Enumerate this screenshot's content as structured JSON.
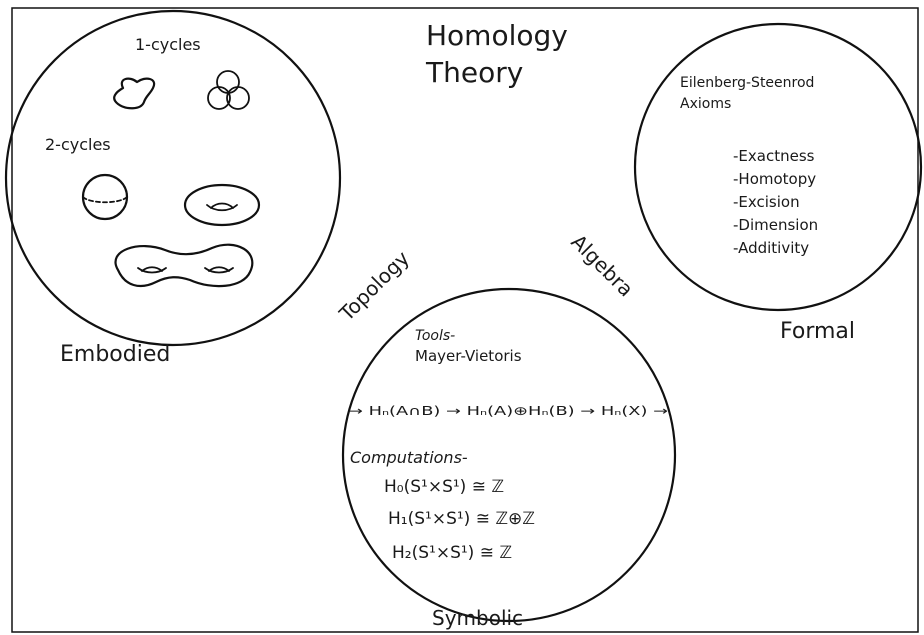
{
  "title_line1": "Homology",
  "title_line2": "Theory",
  "embodied": {
    "label": "Embodied",
    "one_cycles": "1-cycles",
    "two_cycles": "2-cycles"
  },
  "formal": {
    "label": "Formal",
    "heading_line1": "Eilenberg-Steenrod",
    "heading_line2": "Axioms",
    "axioms": [
      "-Exactness",
      "-Homotopy",
      "-Excision",
      "-Dimension",
      "-Additivity"
    ]
  },
  "symbolic": {
    "label": "Symbolic",
    "tools_line1": "Tools-",
    "tools_line2": "Mayer-Vietoris",
    "sequence": "→ Hₙ(A∩B) → Hₙ(A)⊕Hₙ(B) → Hₙ(X) →",
    "computations": "Computations-",
    "formulas": [
      "H₀(S¹×S¹) ≅ ℤ",
      "H₁(S¹×S¹) ≅ ℤ⊕ℤ",
      "H₂(S¹×S¹) ≅ ℤ"
    ]
  },
  "edges": {
    "topology": "Topology",
    "algebra": "Algebra"
  }
}
